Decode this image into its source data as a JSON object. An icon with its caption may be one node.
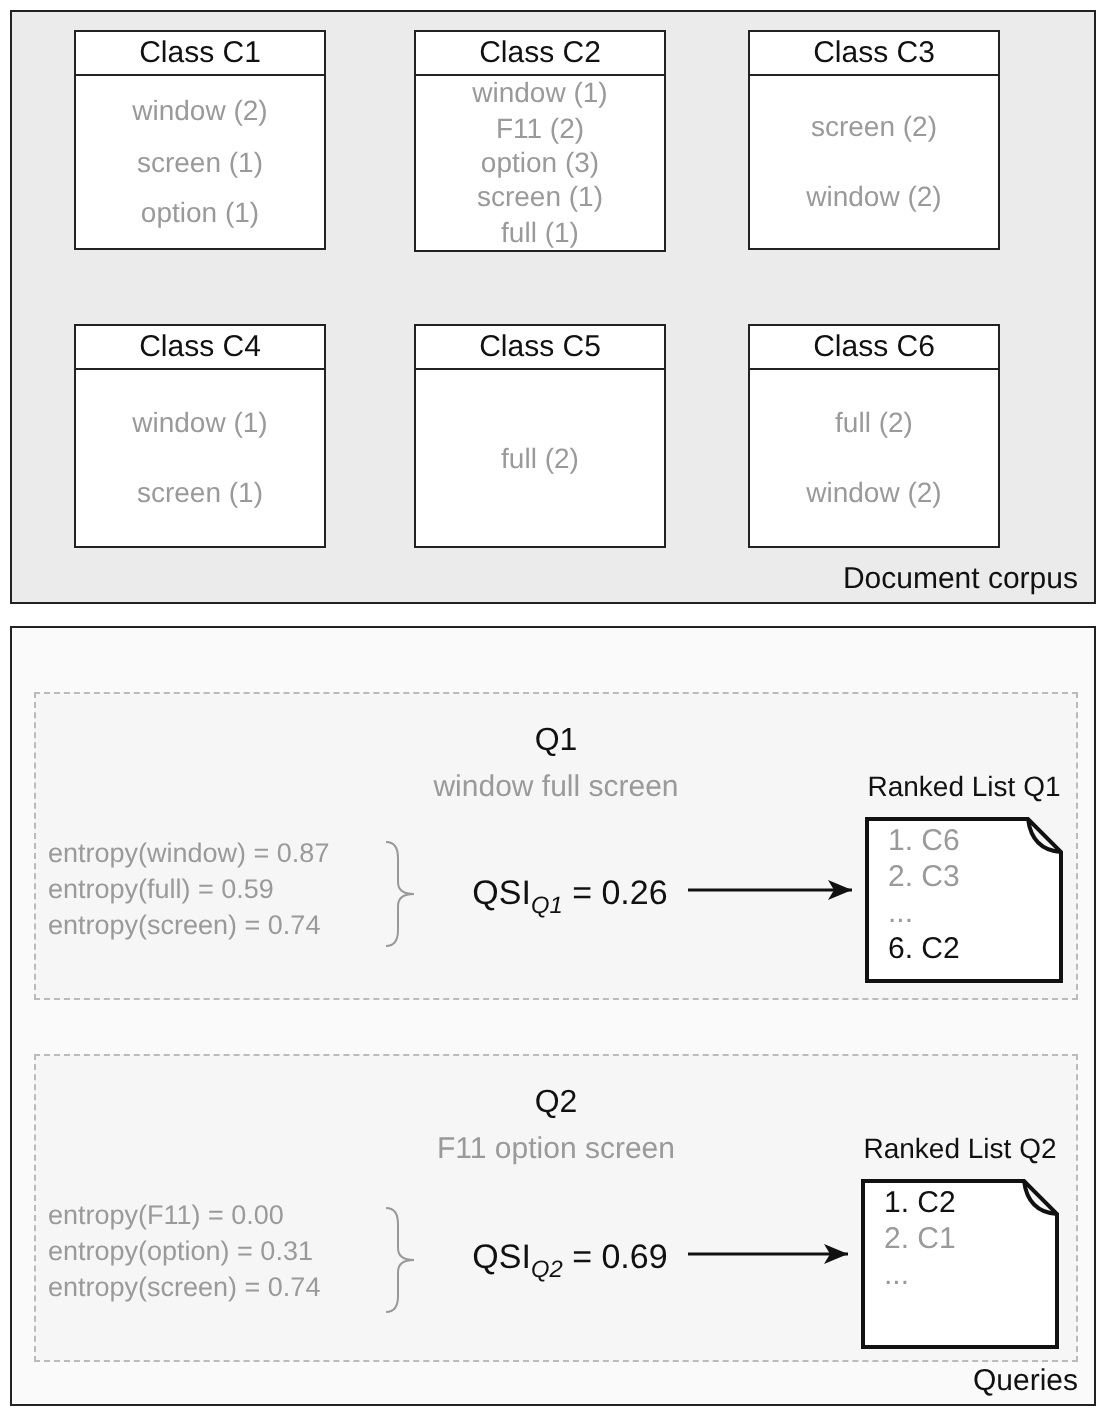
{
  "diagram": {
    "nodes": [
      {
        "text": [
          "Document corpus"
        ]
      },
      {
        "text": [
          "Class C1",
          "window (2)",
          "screen (1)",
          "option (1)"
        ],
        "in": 0
      },
      {
        "text": [
          "Class C2",
          "window (1)",
          "F11 (2)",
          "option (3)",
          "screen (1)",
          "full (1)"
        ],
        "in": 0
      },
      {
        "text": [
          "Class C3",
          "screen (2)",
          "window (2)"
        ],
        "in": 0
      },
      {
        "text": [
          "Class C4",
          "window (1)",
          "screen (1)"
        ],
        "in": 0
      },
      {
        "text": [
          "Class C5",
          "full (2)"
        ],
        "in": 0
      },
      {
        "text": [
          "Class C6",
          "full (2)",
          "window (2)"
        ],
        "in": 0
      },
      {
        "text": [
          "Queries"
        ]
      },
      {
        "text": [
          "Q1",
          "window full screen"
        ],
        "in": 7
      },
      {
        "text": [
          "QSI$_{Q1}$ = 0.26"
        ],
        "in": 8
      },
      {
        "text": [
          "Ranked List Q1",
          "1. C6",
          "2. C3",
          "...",
          "6. C2"
        ],
        "in": 8
      },
      {
        "text": [
          "Q2",
          "F11 option screen"
        ],
        "in": 7
      },
      {
        "text": [
          "QSI$_{Q2}$ = 0.69"
        ],
        "in": 11
      },
      {
        "text": [
          "Ranked List Q2",
          "1. C2",
          "2. C1",
          "..."
        ],
        "in": 11
      }
    ],
    "edges": [
      {
        "from": 9,
        "to": 10,
        "arrow": "to"
      },
      {
        "from": 12,
        "to": 13,
        "arrow": "to"
      }
    ],
    "labels": [
      "entropy(window) = 0.87",
      "entropy(full) = 0.59",
      "entropy(screen) = 0.74",
      "entropy(F11) = 0.00",
      "entropy(option) = 0.31",
      "entropy(screen) = 0.74"
    ]
  }
}
